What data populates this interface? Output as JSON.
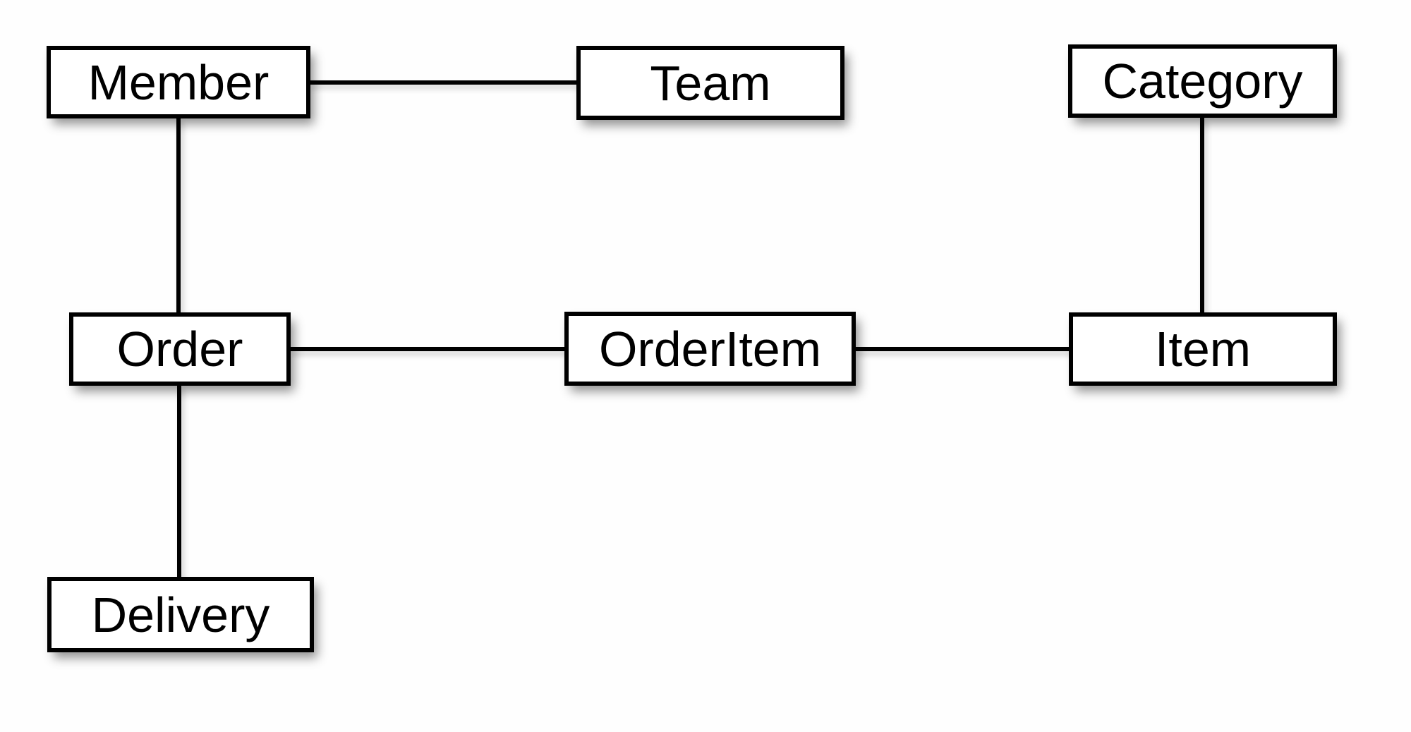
{
  "diagram": {
    "background_color": "#ffffff",
    "box_fill_color": "#ffffff",
    "stroke_color": "#000000",
    "entities": [
      {
        "label": "Member"
      },
      {
        "label": "Team"
      },
      {
        "label": "Category"
      },
      {
        "label": "Order"
      },
      {
        "label": "OrderItem"
      },
      {
        "label": "Item"
      },
      {
        "label": "Delivery"
      }
    ],
    "relationships": [
      {
        "from": "Member",
        "to": "Team"
      },
      {
        "from": "Member",
        "to": "Order"
      },
      {
        "from": "Category",
        "to": "Item"
      },
      {
        "from": "Order",
        "to": "OrderItem"
      },
      {
        "from": "OrderItem",
        "to": "Item"
      },
      {
        "from": "Order",
        "to": "Delivery"
      }
    ]
  }
}
